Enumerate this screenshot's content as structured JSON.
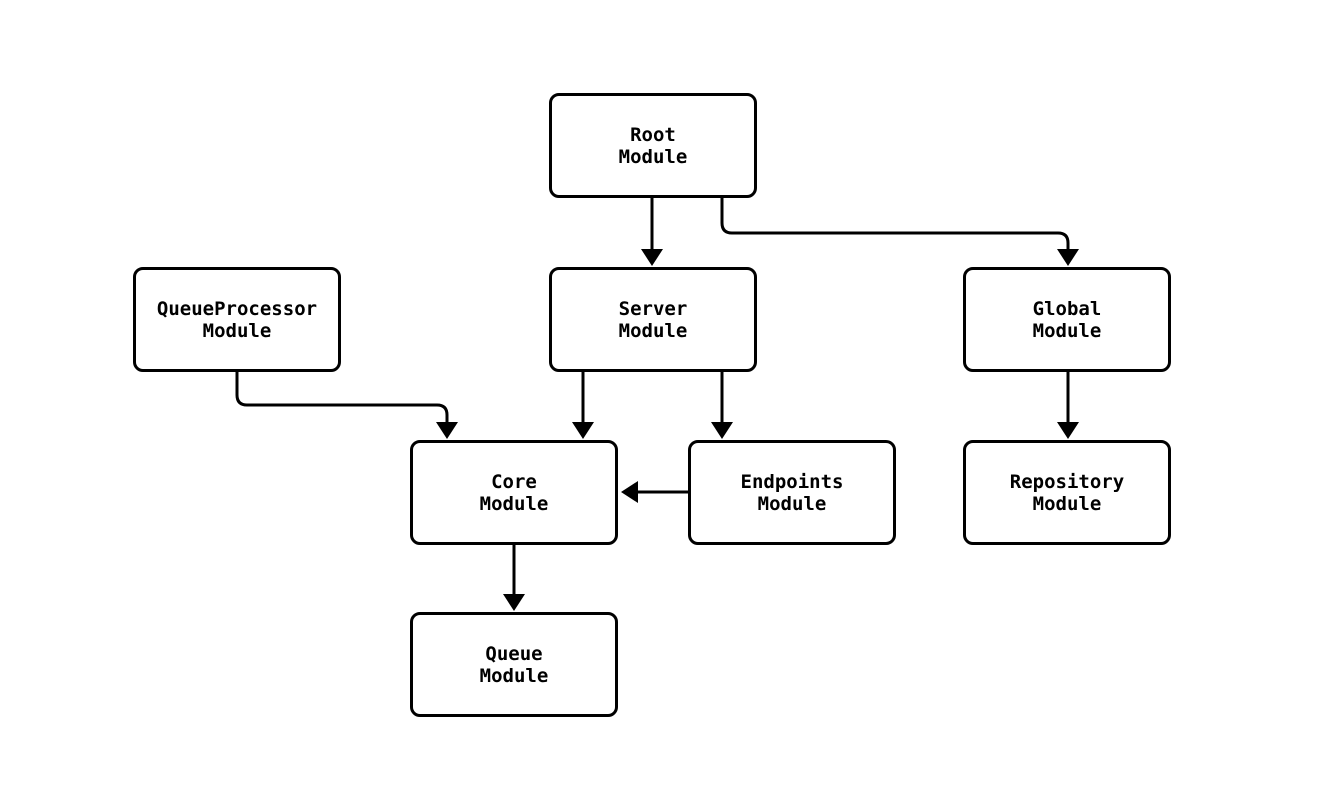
{
  "diagram": {
    "type": "module-dependency-diagram",
    "colors": {
      "stroke": "#000000",
      "background": "#ffffff",
      "text": "#000000"
    },
    "nodes": {
      "root": {
        "label": "Root\nModule"
      },
      "queueprocessor": {
        "label": "QueueProcessor\nModule"
      },
      "server": {
        "label": "Server\nModule"
      },
      "global": {
        "label": "Global\nModule"
      },
      "core": {
        "label": "Core\nModule"
      },
      "endpoints": {
        "label": "Endpoints\nModule"
      },
      "repository": {
        "label": "Repository\nModule"
      },
      "queue": {
        "label": "Queue\nModule"
      }
    },
    "edges": [
      {
        "from": "Root Module",
        "to": "Server Module"
      },
      {
        "from": "Root Module",
        "to": "Global Module"
      },
      {
        "from": "QueueProcessor Module",
        "to": "Core Module"
      },
      {
        "from": "Server Module",
        "to": "Core Module"
      },
      {
        "from": "Server Module",
        "to": "Endpoints Module"
      },
      {
        "from": "Endpoints Module",
        "to": "Core Module"
      },
      {
        "from": "Global Module",
        "to": "Repository Module"
      },
      {
        "from": "Core Module",
        "to": "Queue Module"
      }
    ]
  }
}
